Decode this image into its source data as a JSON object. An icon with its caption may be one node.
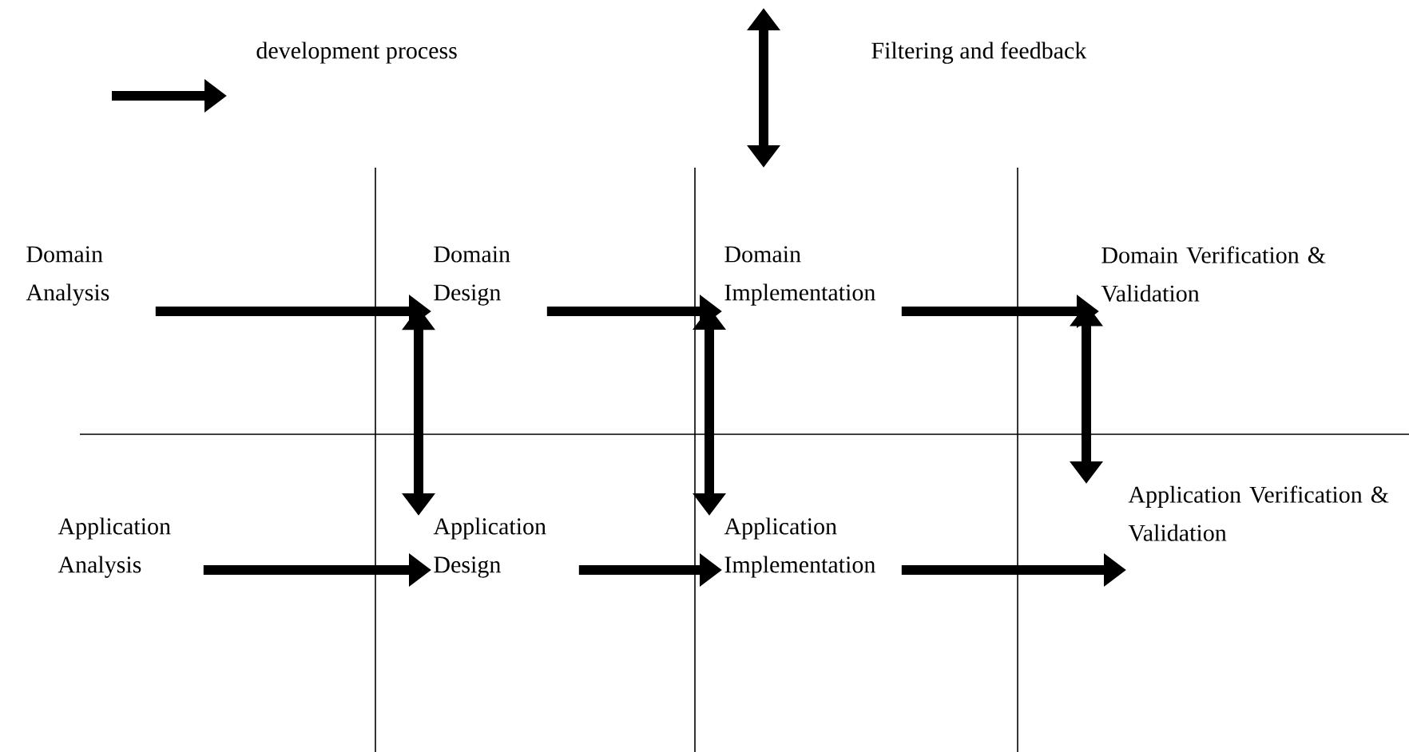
{
  "diagram": {
    "nodes": [
      {
        "text": [
          "Domain Analysis"
        ]
      },
      {
        "text": [
          "Domain Design"
        ]
      },
      {
        "text": [
          "Domain Implementation"
        ]
      },
      {
        "text": [
          "Domain Verification & Validation"
        ]
      },
      {
        "text": [
          "Application Analysis"
        ]
      },
      {
        "text": [
          "Application Design"
        ]
      },
      {
        "text": [
          "Application Implementation"
        ]
      },
      {
        "text": [
          "Application Verification & Validation"
        ]
      }
    ],
    "edges": [
      {
        "from": 0,
        "to": 1,
        "arrow": "to"
      },
      {
        "from": 1,
        "to": 2,
        "arrow": "to"
      },
      {
        "from": 2,
        "to": 3,
        "arrow": "to"
      },
      {
        "from": 4,
        "to": 5,
        "arrow": "to"
      },
      {
        "from": 5,
        "to": 6,
        "arrow": "to"
      },
      {
        "from": 6,
        "to": 7,
        "arrow": "to"
      },
      {
        "from": 1,
        "to": 5,
        "arrow": "both"
      },
      {
        "from": 2,
        "to": 6,
        "arrow": "both"
      },
      {
        "from": 3,
        "to": 7,
        "arrow": "both"
      }
    ],
    "legend": [
      {
        "text": "development process"
      },
      {
        "text": "Filtering and feedback"
      }
    ]
  }
}
